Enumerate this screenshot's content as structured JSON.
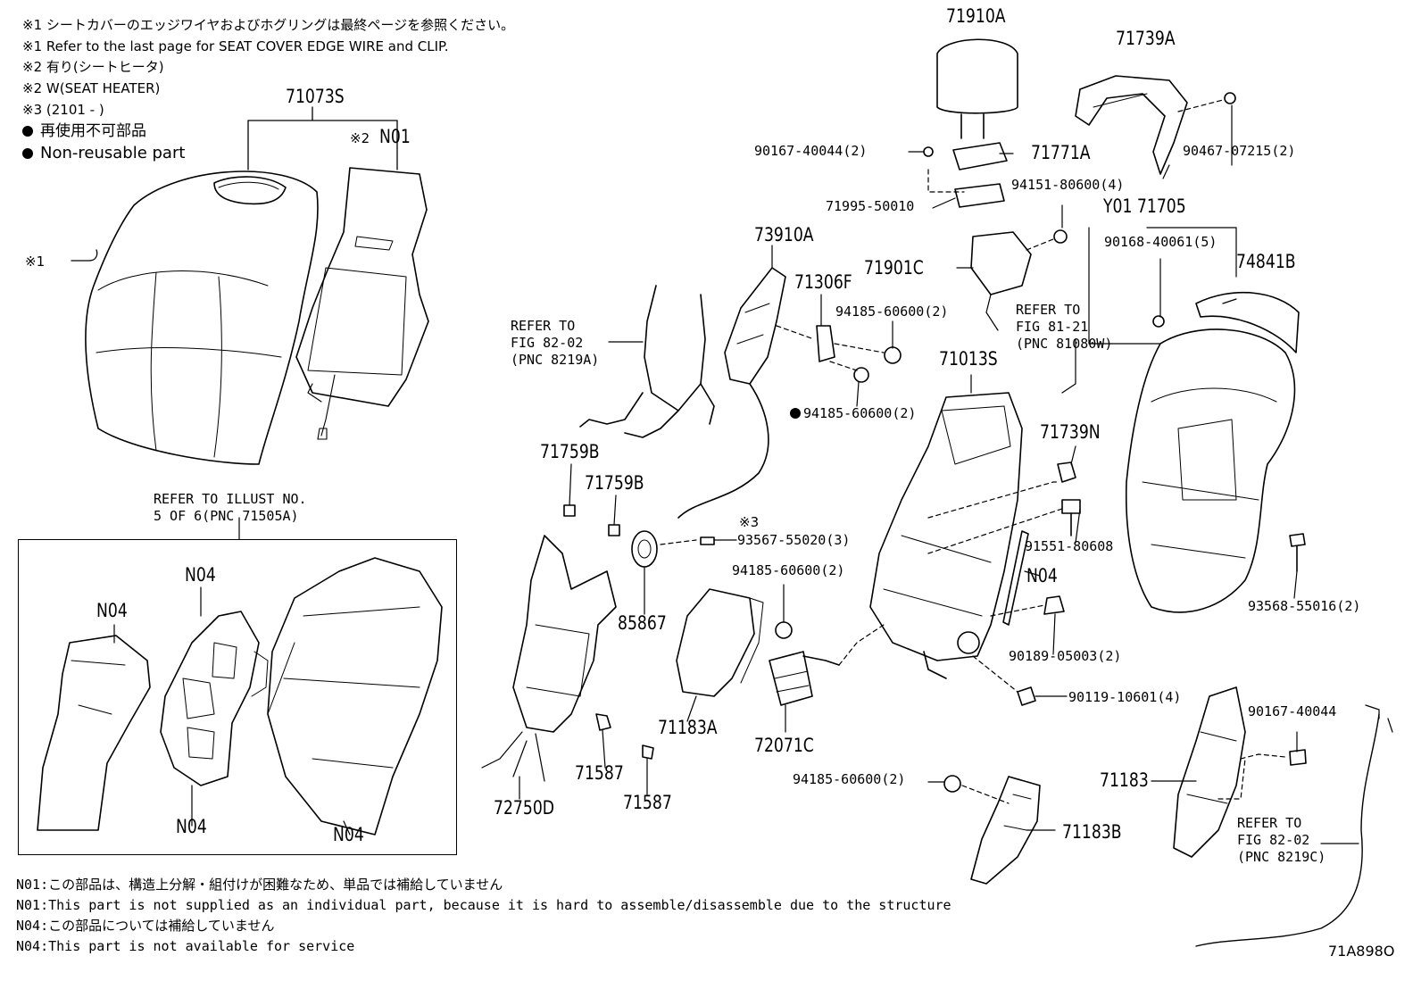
{
  "notes": {
    "n1_ja": "※1 シートカバーのエッジワイヤおよびホグリングは最終ページを参照ください。",
    "n1_en": "※1 Refer to the last page for SEAT COVER EDGE WIRE and CLIP.",
    "n2_ja": "※2 有り(シートヒータ)",
    "n2_en": "※2 W(SEAT HEATER)",
    "n3": "※3 (2101 -     )",
    "nonreuse_ja": "再使用不可部品",
    "nonreuse_en": "Non-reusable part"
  },
  "footnotes": {
    "n01_ja": "N01:この部品は、構造上分解・組付けが困難なため、単品では補給していません",
    "n01_en": "N01:This part is not supplied as an individual part, because it is hard to assemble/disassemble due to the structure",
    "n04_ja": "N04:この部品については補給していません",
    "n04_en": "N04:This part is not available for service"
  },
  "diagram_id": "71A898O",
  "labels": {
    "p71073S": "71073S",
    "x2N01_mark": "※2",
    "pN01": "N01",
    "x1_mark": "※1",
    "refer_illust_1": "REFER TO ILLUST NO.",
    "refer_illust_2": "5 OF 6(PNC 71505A)",
    "inset_N04_a": "N04",
    "inset_N04_b": "N04",
    "inset_N04_c": "N04",
    "inset_N04_d": "N04",
    "refer_8219A_1": "REFER TO",
    "refer_8219A_2": "FIG 82-02",
    "refer_8219A_3": "(PNC 8219A)",
    "p73910A": "73910A",
    "p71306F": "71306F",
    "p94185_a": "94185-60600(2)",
    "p94185_b": "94185-60600(2)",
    "p71759B_a": "71759B",
    "p71759B_b": "71759B",
    "x3_mark": "※3",
    "p93567": "93567-55020(3)",
    "p94185_c": "94185-60600(2)",
    "p85867": "85867",
    "p71183A": "71183A",
    "p72071C": "72071C",
    "p71587_a": "71587",
    "p71587_b": "71587",
    "p72750D": "72750D",
    "p94185_d": "94185-60600(2)",
    "p71183B": "71183B",
    "p71910A": "71910A",
    "p90167_a": "90167-40044(2)",
    "p71771A": "71771A",
    "p71995": "71995-50010",
    "p94151": "94151-80600(4)",
    "p71901C": "71901C",
    "p71739A": "71739A",
    "p90467": "90467-07215(2)",
    "pY01": "Y01 71705",
    "p90168": "90168-40061(5)",
    "p74841B": "74841B",
    "refer_81080W_1": "REFER TO",
    "refer_81080W_2": "FIG 81-21",
    "refer_81080W_3": "(PNC 81080W)",
    "p71013S": "71013S",
    "p71739N": "71739N",
    "p91551": "91551-80608",
    "pN04_main": "N04",
    "p93568": "93568-55016(2)",
    "p90189": "90189-05003(2)",
    "p90119": "90119-10601(4)",
    "p90167_b": "90167-40044",
    "p71183": "71183",
    "refer_8219C_1": "REFER TO",
    "refer_8219C_2": "FIG 82-02",
    "refer_8219C_3": "(PNC 8219C)"
  }
}
